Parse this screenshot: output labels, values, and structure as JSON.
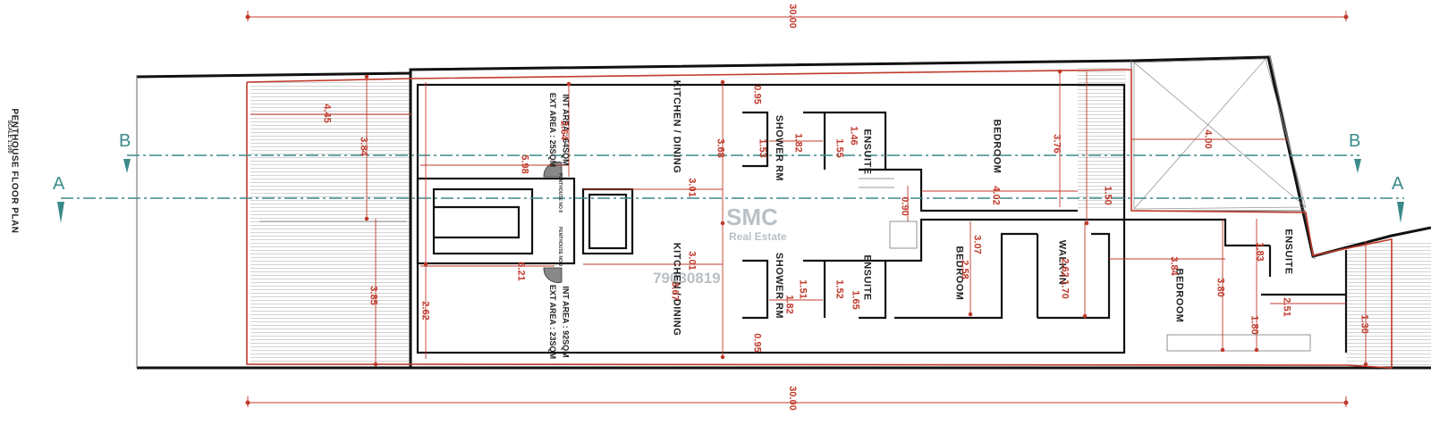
{
  "plan": {
    "title": "PENTHOUSE FLOOR PLAN",
    "scale": "SCALE 1:100",
    "units": [
      {
        "name": "PENTHOUSE NO 8",
        "int_area": "INT AREA : 64SQM",
        "ext_area": "EXT AREA : 25SQM"
      },
      {
        "name": "PENTHOUSE NO 9",
        "int_area": "INT AREA : 92SQM",
        "ext_area": "EXT AREA : 23SQM"
      }
    ],
    "rooms": {
      "kitchen_dining_1": "KITCHEN / DINING",
      "kitchen_dining_2": "KITCHEN / DINING",
      "shower_rm_1": "SHOWER RM",
      "shower_rm_2": "SHOWER RM",
      "ensuite_1": "ENSUITE",
      "ensuite_2": "ENSUITE",
      "ensuite_3": "ENSUITE",
      "bedroom_1": "BEDROOM",
      "bedroom_2": "BEDROOM",
      "bedroom_3": "BEDROOM",
      "walk_in": "WALK-IN"
    },
    "dimensions": {
      "overall_top": "30.00",
      "overall_bottom": "30.00",
      "d_4_45": "4.45",
      "d_3_84_a": "3.84",
      "d_3_85": "3.85",
      "d_2_64": "2.64",
      "d_2_62_a": "2.62",
      "d_5_98": "5.98",
      "d_6_21": "6.21",
      "d_3_01_a": "3.01",
      "d_3_01_b": "3.01",
      "d_3_68": "3.68",
      "d_3_67": "3.67",
      "d_0_95_a": "0.95",
      "d_0_95_b": "0.95",
      "d_1_53": "1.53",
      "d_1_82_a": "1.82",
      "d_1_46": "1.46",
      "d_1_55": "1.55",
      "d_1_51": "1.51",
      "d_1_82_b": "1.82",
      "d_1_52": "1.52",
      "d_1_65": "1.65",
      "d_3_76": "3.76",
      "d_4_02": "4.02",
      "d_0_90": "0.90",
      "d_1_50": "1.50",
      "d_4_00": "4.00",
      "d_3_07": "3.07",
      "d_2_58": "2.58",
      "d_2_62_b": "2.62",
      "d_1_70": "1.70",
      "d_3_84_b": "3.84",
      "d_3_80": "3.80",
      "d_1_83": "1.83",
      "d_2_51": "2.51",
      "d_1_80": "1.80",
      "d_1_30": "1.30"
    },
    "section_labels": {
      "a_left": "A",
      "a_right": "A",
      "b_left": "B",
      "b_right": "B"
    },
    "watermark": {
      "logo": "SMC",
      "subtitle": "Real Estate",
      "phone": "79030819"
    },
    "colors": {
      "dimension": "#c0392b",
      "walls": "#111111",
      "section": "#3b8a8a",
      "hatch": "#9a9a9a"
    }
  }
}
